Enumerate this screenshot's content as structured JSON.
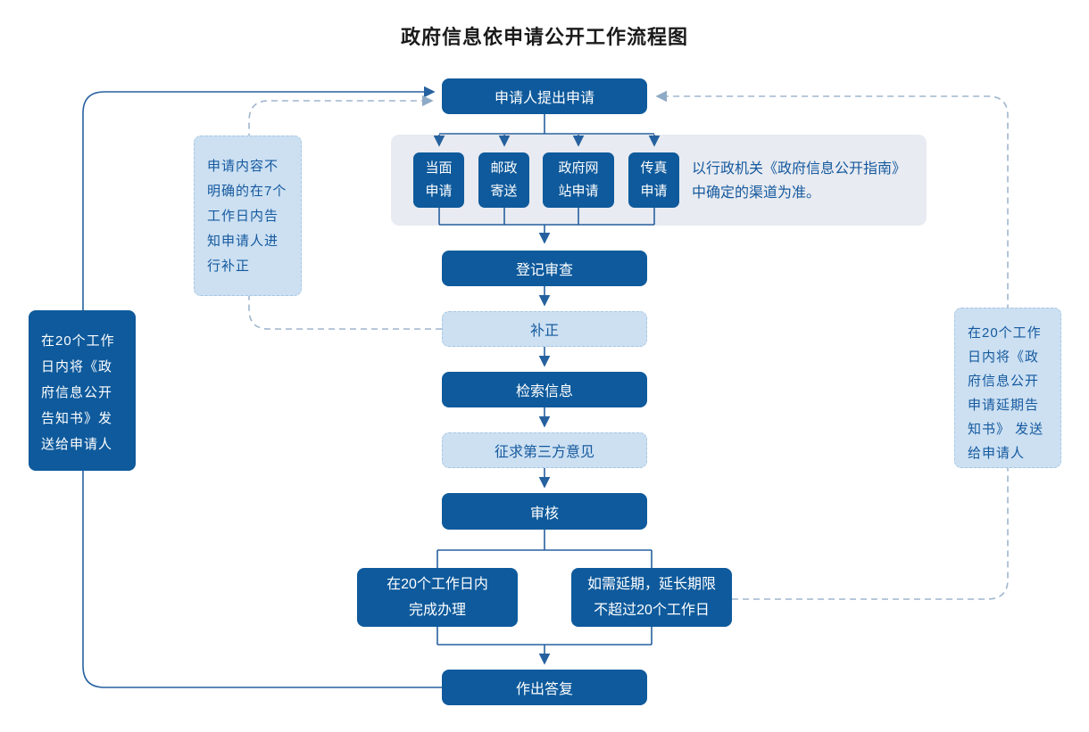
{
  "title": "政府信息依申请公开工作流程图",
  "colors": {
    "dark_box_fill": "#0e5a9c",
    "dark_box_text": "#ffffff",
    "light_box_fill": "#cce0f2",
    "light_box_border": "#a6c6e2",
    "light_box_text": "#15599e",
    "channel_panel_fill": "#e8ebf1",
    "solid_line": "#26619f",
    "dashed_line": "#9fb6cd",
    "title_text": "#1a1a1a"
  },
  "nodes": {
    "apply": {
      "label": "申请人提出申请"
    },
    "channels": {
      "items": [
        {
          "label": "当面\n申请"
        },
        {
          "label": "邮政\n寄送"
        },
        {
          "label": "政府网\n站申请"
        },
        {
          "label": "传真\n申请"
        }
      ],
      "note": "以行政机关《政府信息公开指南》\n中确定的渠道为准。"
    },
    "register": {
      "label": "登记审查"
    },
    "correction": {
      "label": "补正"
    },
    "retrieve": {
      "label": "检索信息"
    },
    "third_party": {
      "label": "征求第三方意见"
    },
    "review": {
      "label": "审核"
    },
    "complete": {
      "label": "在20个工作日内\n完成办理"
    },
    "extend": {
      "label": "如需延期，延长期限\n不超过20个工作日"
    },
    "reply": {
      "label": "作出答复"
    },
    "notice_sent": {
      "label": "在20个工作\n日内将《政\n府信息公开\n告知书》发\n送给申请人"
    },
    "unclear_notice": {
      "label": "申请内容不\n明确的在7个\n工作日内告\n知申请人进\n行补正"
    },
    "delay_notice": {
      "label": "在20个工作\n日内将《政\n府信息公开\n申请延期告\n知书》 发送\n给申请人"
    }
  }
}
